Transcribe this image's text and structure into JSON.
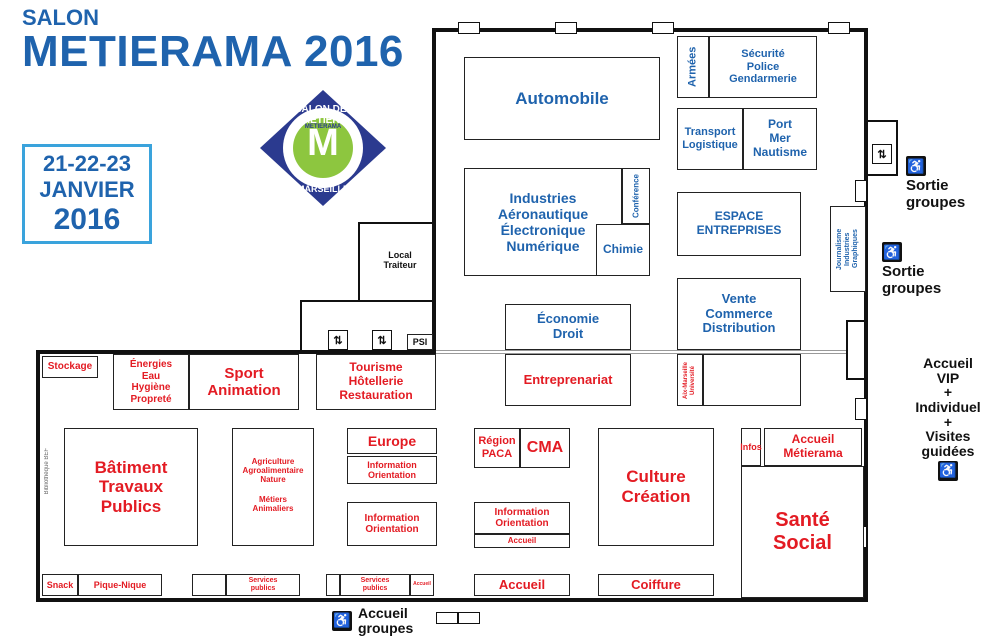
{
  "header": {
    "salon": "SALON",
    "title": "METIERAMA 2016",
    "dates": "21-22-23",
    "month": "JANVIER",
    "year": "2016"
  },
  "logo": {
    "top": "SALON DES MÉTIERS",
    "letter": "M",
    "brand": "METIERAMA",
    "bottom": "MARSEILLE"
  },
  "colors": {
    "blue": "#1f63ad",
    "red": "#e31b23",
    "logo_green": "#8dc63f",
    "logo_navy": "#2b3a8f"
  },
  "rooms": {
    "automobile": "Automobile",
    "armees": "Armées",
    "securite": "Sécurité\nPolice\nGendarmerie",
    "transport": "Transport\nLogistique",
    "port": "Port\nMer\nNautisme",
    "industries": "Industries\nAéronautique\nÉlectronique\nNumérique",
    "conference": "Conférence",
    "chimie": "Chimie",
    "espace": "ESPACE\nENTREPRISES",
    "journalisme": "Journalisme\nIndustries\nGraphiques",
    "local_traiteur": "Local\nTraiteur",
    "economie": "Économie\nDroit",
    "vente": "Vente\nCommerce\nDistribution",
    "psi": "PSI",
    "stockage": "Stockage",
    "energies": "Énergies\nEau\nHygiène\nPropreté",
    "sport": "Sport\nAnimation",
    "tourisme": "Tourisme\nHôtellerie\nRestauration",
    "entreprenariat": "Entreprenariat",
    "aix": "Aix-Marseille\nUniversité",
    "batiment": "Bâtiment\nTravaux\nPublics",
    "agriculture": "Agriculture\nAgroalimentaire\nNature",
    "metiers_animaliers": "Métiers\nAnimaliers",
    "europe": "Europe",
    "info1": "Information\nOrientation",
    "info2": "Information\nOrientation",
    "info3": "Information\nOrientation",
    "region": "Région\nPACA",
    "cma": "CMA",
    "accueil_small": "Accueil",
    "culture": "Culture\nCréation",
    "infos": "Infos",
    "accueil_metierama": "Accueil\nMétierama",
    "sante": "Santé\nSocial",
    "snack": "Snack",
    "pique_nique": "Pique-Nique",
    "services1": "Services\npublics",
    "services2": "Services\npublics",
    "accueil_tiny": "Accueil",
    "accueil_bottom": "Accueil",
    "coiffure": "Coiffure",
    "side_note": "Bibliothèque BEF"
  },
  "outside": {
    "sortie1": "Sortie\ngroupes",
    "sortie2": "Sortie\ngroupes",
    "accueil_vip": "Accueil\nVIP\n+\nIndividuel\n+\nVisites\nguidées",
    "accueil_groupes": "Accueil\ngroupes"
  },
  "icons": [
    "wheelchair-icon",
    "elevator-icon",
    "door-icon"
  ]
}
